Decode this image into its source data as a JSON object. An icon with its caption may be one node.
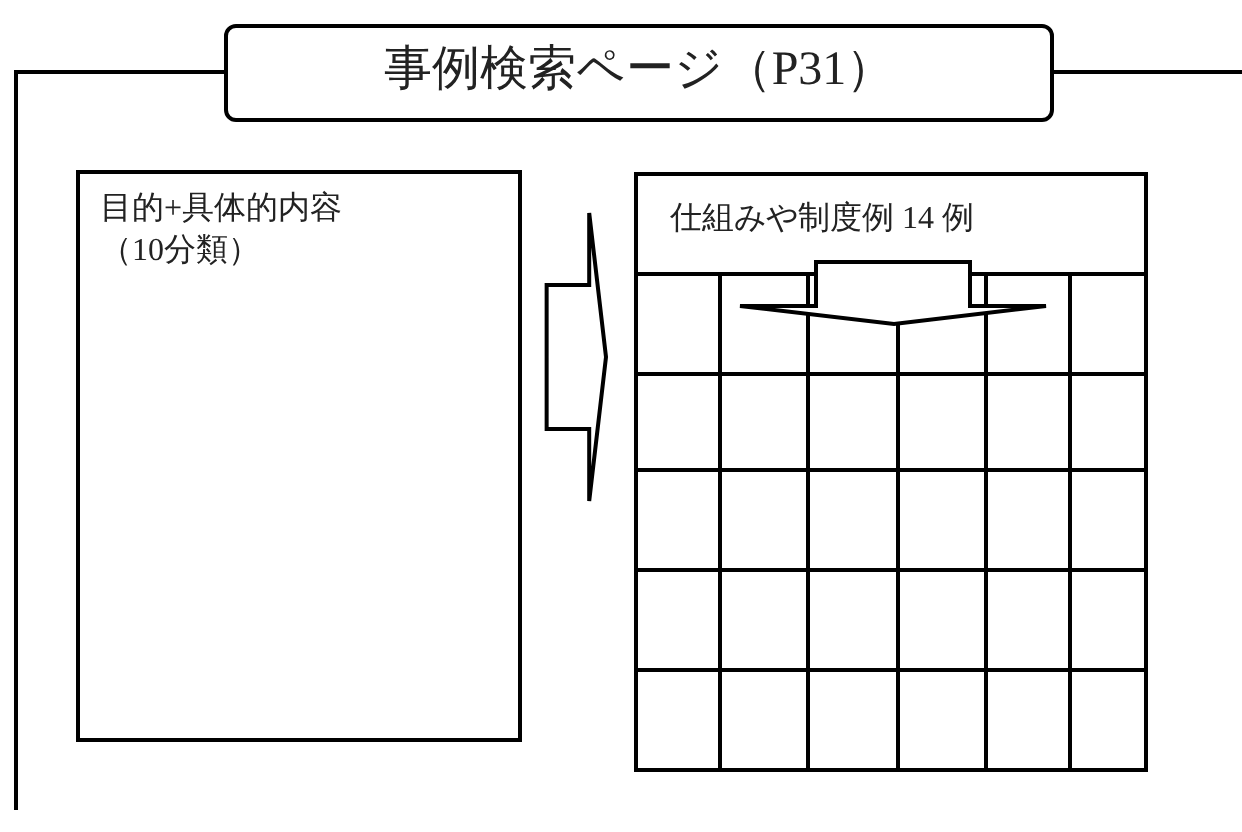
{
  "diagram": {
    "nodes": [
      {
        "text": [
          "事例検索ページ（P31）"
        ]
      },
      {
        "text": [
          "目的+具体的内容（10分類）"
        ]
      },
      {
        "text": [
          "仕組みや制度例 14 例"
        ]
      }
    ],
    "edges": [
      {
        "from": 1,
        "to": 2,
        "arrow": "to"
      }
    ]
  }
}
